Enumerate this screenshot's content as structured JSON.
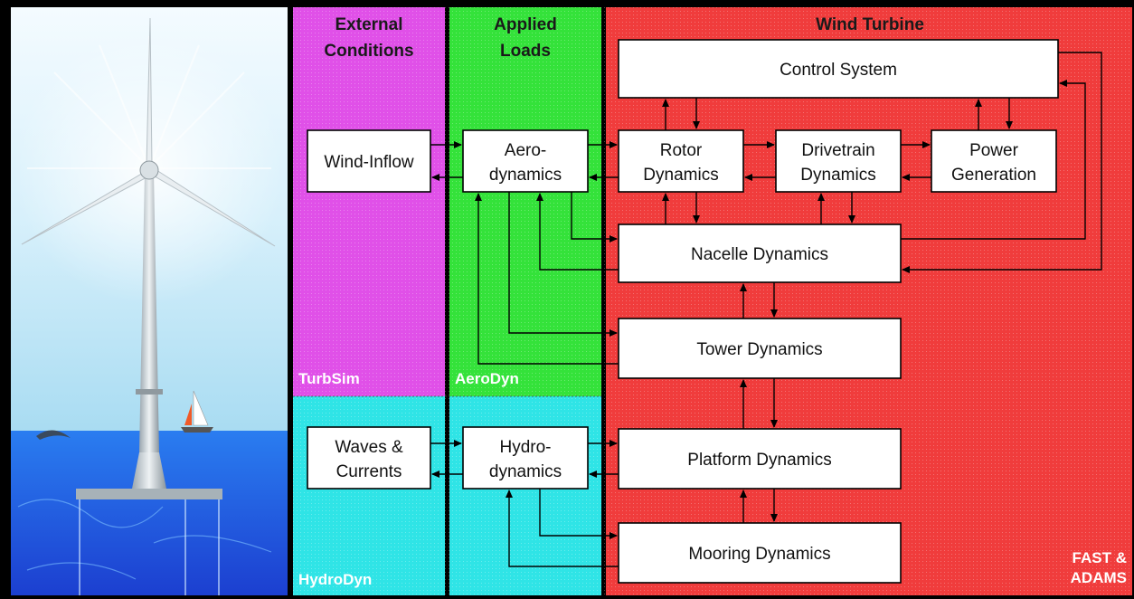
{
  "panels": {
    "external": {
      "title": [
        "External",
        "Conditions"
      ],
      "color": "#e050e8",
      "code_top": "TurbSim",
      "code_bottom": "HydroDyn"
    },
    "applied": {
      "title": [
        "Applied",
        "Loads"
      ],
      "color": "#34e23a",
      "code_top": "AeroDyn"
    },
    "turbine": {
      "title": "Wind Turbine",
      "color": "#f03c3c",
      "code": [
        "FAST &",
        "ADAMS"
      ]
    },
    "lower_color": "#2fe4e6"
  },
  "boxes": {
    "control": [
      "Control System"
    ],
    "wind_inflow": [
      "Wind-Inflow"
    ],
    "aero": [
      "Aero-",
      "dynamics"
    ],
    "rotor": [
      "Rotor",
      "Dynamics"
    ],
    "drivetrain": [
      "Drivetrain",
      "Dynamics"
    ],
    "power": [
      "Power",
      "Generation"
    ],
    "nacelle": [
      "Nacelle Dynamics"
    ],
    "tower": [
      "Tower Dynamics"
    ],
    "waves": [
      "Waves &",
      "Currents"
    ],
    "hydro": [
      "Hydro-",
      "dynamics"
    ],
    "platform": [
      "Platform Dynamics"
    ],
    "mooring": [
      "Mooring Dynamics"
    ]
  },
  "illustration": {
    "subject": "offshore-wind-turbine",
    "sky_color": "#dff3fb",
    "sea_color": "#1f5fe0"
  }
}
